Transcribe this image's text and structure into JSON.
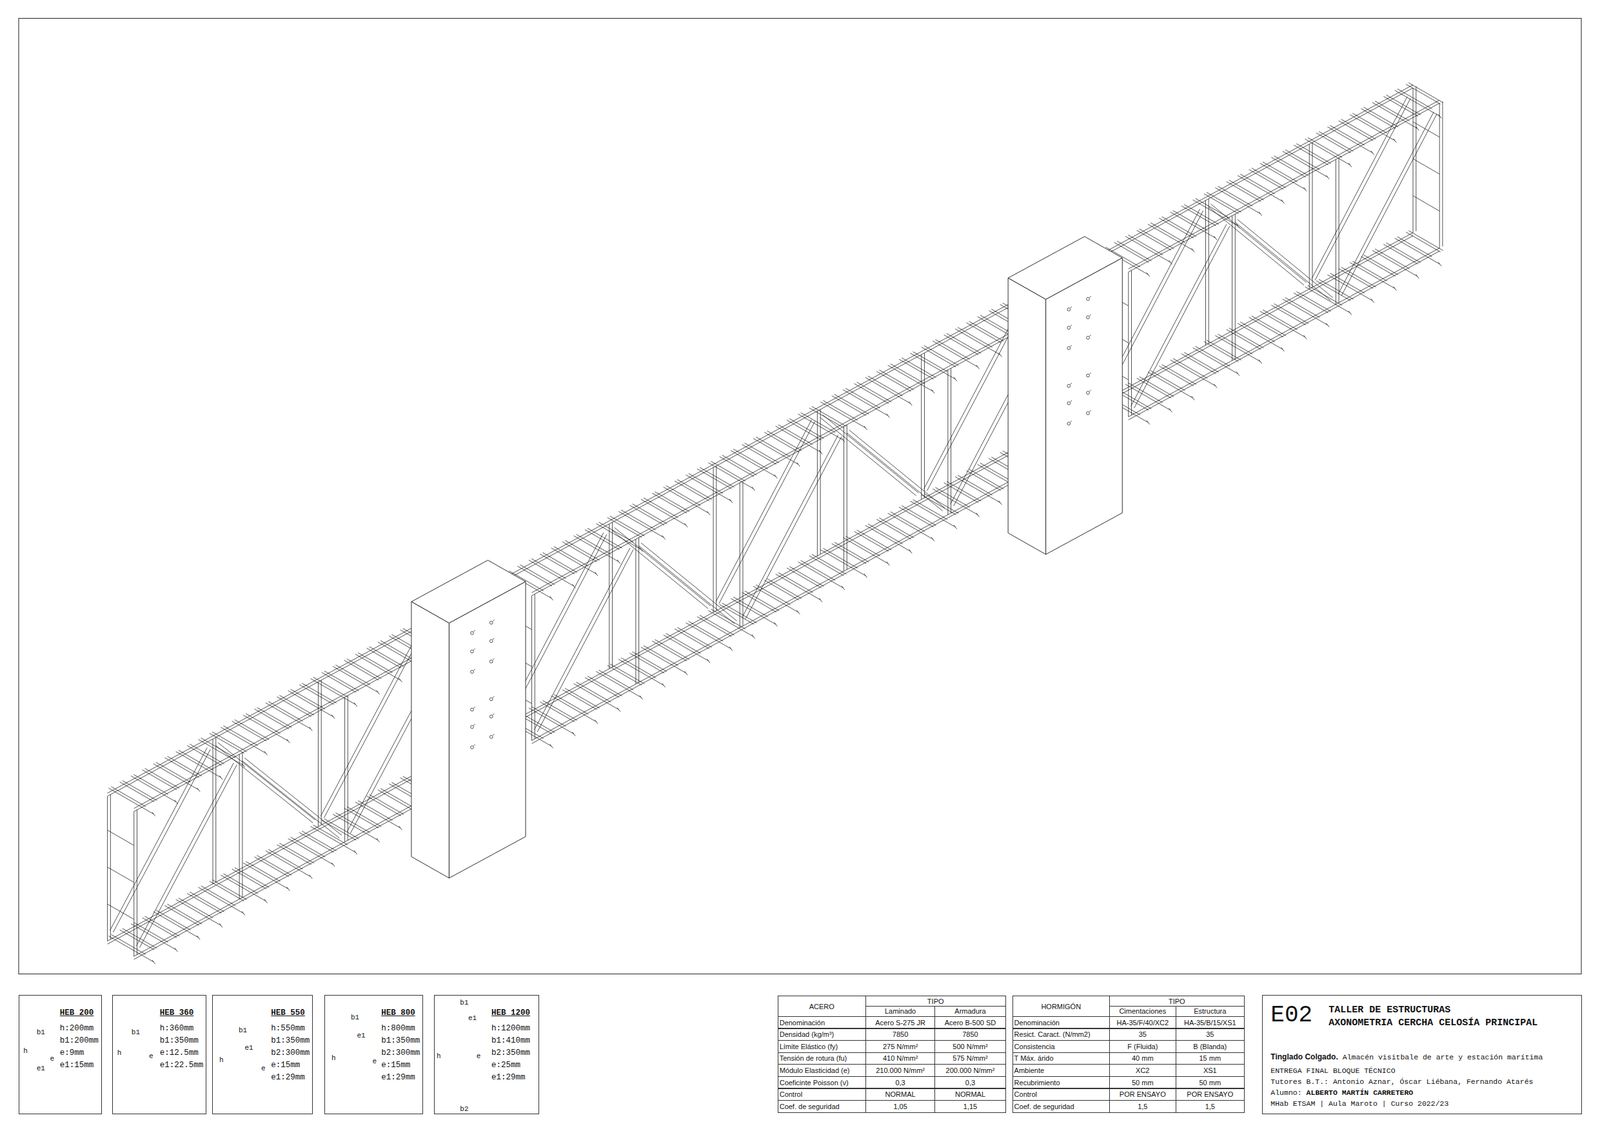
{
  "diagram": {
    "nodes": [
      {
        "text": [
          "HEB 200",
          "h:200mm",
          "b1:200mm",
          "e:9mm",
          "e1:15mm"
        ]
      },
      {
        "text": [
          "HEB 360",
          "h:360mm",
          "b1:350mm",
          "e:12.5mm",
          "e1:22.5mm"
        ]
      },
      {
        "text": [
          "HEB 550",
          "h:550mm",
          "b1:350mm",
          "b2:300mm",
          "e:15mm",
          "e1:29mm"
        ]
      },
      {
        "text": [
          "HEB 800",
          "h:800mm",
          "b1:350mm",
          "b2:300mm",
          "e:15mm",
          "e1:29mm"
        ]
      },
      {
        "text": [
          "HEB 1200",
          "h:1200mm",
          "b1:410mm",
          "b2:350mm",
          "e:25mm",
          "e1:29mm"
        ]
      },
      {
        "text": [
          "E02",
          "TALLER DE ESTRUCTURAS",
          "AXONOMETRIA CERCHA CELOSÍA PRINCIPAL",
          "Tinglado Colgado.",
          "Almacén visitbale de arte y estación marítima",
          "ENTREGA FINAL BLOQUE TÉCNICO",
          "Tutores B.T.: Antonio Aznar, Óscar Liébana, Fernando Atarés",
          "Alumno:",
          "ALBERTO MARTÍN CARRETERO",
          "MHab ETSAM | Aula Maroto | Curso 2022/23"
        ]
      }
    ],
    "labels": [
      "b1",
      "h",
      "e",
      "e1",
      "b1",
      "h",
      "e",
      "b1",
      "e1",
      "h",
      "e",
      "b1",
      "e1",
      "h",
      "e",
      "b1",
      "e1",
      "h",
      "e",
      "b2",
      "ACERO",
      "TIPO",
      "Laminado",
      "Armadura",
      "Denominación",
      "Acero S-275 JR",
      "Acero B-500 SD",
      "Densidad (kg/m³)",
      "7850",
      "7850",
      "Límite Elástico (fy)",
      "275 N/mm²",
      "500 N/mm²",
      "Tensión de rotura (fu)",
      "410 N/mm²",
      "575 N/mm²",
      "Módulo Elasticidad (e)",
      "210.000 N/mm²",
      "200.000 N/mm²",
      "Coeficinte Poisson (ν)",
      "0,3",
      "0,3",
      "Control",
      "NORMAL",
      "NORMAL",
      "Coef. de seguridad",
      "1,05",
      "1,15",
      "HORMIGÓN",
      "TIPO",
      "Cimentaciones",
      "Estructura",
      "Denominación",
      "HA-35/F/40/XC2",
      "HA-35/B/15/XS1",
      "Resict. Caract. (N/mm2)",
      "35",
      "35",
      "Consistencia",
      "F (Fluida)",
      "B (Blanda)",
      "T Máx. árido",
      "40 mm",
      "15 mm",
      "Ambiente",
      "XC2",
      "XS1",
      "Recubrimiento",
      "50 mm",
      "50 mm",
      "Control",
      "POR ENSAYO",
      "POR ENSAYO",
      "Coef. de seguridad",
      "1,5",
      "1,5"
    ]
  }
}
